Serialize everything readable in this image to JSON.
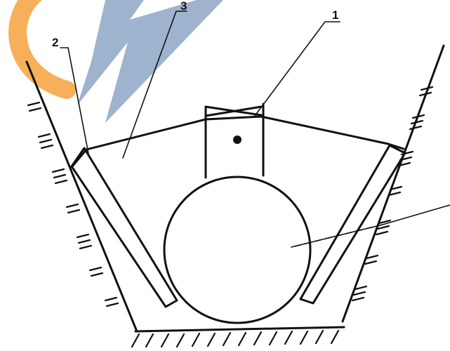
{
  "labels": {
    "part_1": "1",
    "part_2": "2",
    "part_3": "3"
  },
  "colors": {
    "line": "#111111",
    "logo_orange": "#f6a33d",
    "logo_blue": "#8ea6c6"
  }
}
